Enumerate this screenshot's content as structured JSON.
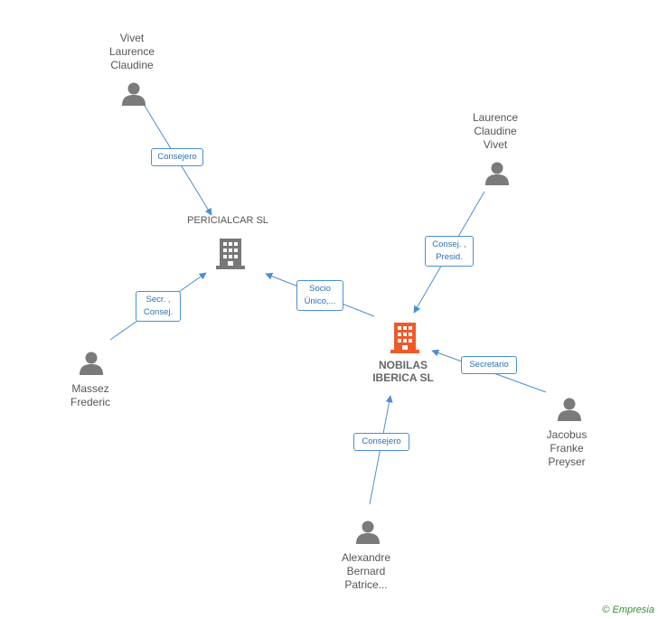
{
  "nodes": {
    "person_vivet": {
      "label": [
        "Vivet",
        "Laurence",
        "Claudine"
      ],
      "icon": "person-icon"
    },
    "person_laurence": {
      "label": [
        "Laurence",
        "Claudine",
        "Vivet"
      ],
      "icon": "person-icon"
    },
    "person_massez": {
      "label": [
        "Massez",
        "Frederic"
      ],
      "icon": "person-icon"
    },
    "person_jacobus": {
      "label": [
        "Jacobus",
        "Franke",
        "Preyser"
      ],
      "icon": "person-icon"
    },
    "person_alexandre": {
      "label": [
        "Alexandre",
        "Bernard",
        "Patrice..."
      ],
      "icon": "person-icon"
    },
    "company_pericialcar": {
      "label": [
        "PERICIALCAR SL"
      ],
      "icon": "building-icon"
    },
    "company_nobilas": {
      "label": [
        "NOBILAS",
        "IBERICA SL"
      ],
      "icon": "building-icon",
      "highlight": true
    }
  },
  "edges": [
    {
      "from": "person_vivet",
      "to": "company_pericialcar",
      "label": [
        "Consejero"
      ]
    },
    {
      "from": "person_massez",
      "to": "company_pericialcar",
      "label": [
        "Secr. ,",
        "Consej."
      ]
    },
    {
      "from": "company_nobilas",
      "to": "company_pericialcar",
      "label": [
        "Socio",
        "Único,..."
      ]
    },
    {
      "from": "person_laurence",
      "to": "company_nobilas",
      "label": [
        "Consej. ,",
        "Presid."
      ]
    },
    {
      "from": "person_jacobus",
      "to": "company_nobilas",
      "label": [
        "Secretario"
      ]
    },
    {
      "from": "person_alexandre",
      "to": "company_nobilas",
      "label": [
        "Consejero"
      ]
    }
  ],
  "colors": {
    "edge": "#4a8fd4",
    "person": "#7a7a7a",
    "company": "#777777",
    "company_highlight": "#f05a28"
  },
  "footer": {
    "copyright_symbol": "©",
    "brand": "Empresia"
  }
}
